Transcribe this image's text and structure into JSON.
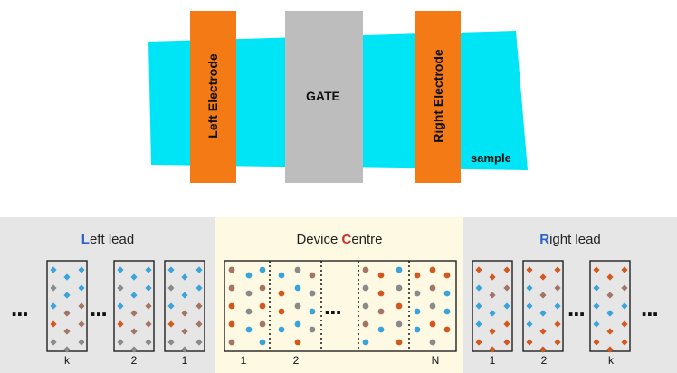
{
  "top": {
    "left_electrode": "Left Electrode",
    "gate": "GATE",
    "right_electrode": "Right Electrode",
    "sample": "sample"
  },
  "bottom": {
    "left_lead": {
      "first": "L",
      "rest": "eft lead",
      "indices": [
        "k",
        "2",
        "1"
      ]
    },
    "device": {
      "pre": "Device ",
      "first": "C",
      "rest": "entre",
      "indices": [
        "1",
        "2",
        "N"
      ]
    },
    "right_lead": {
      "first": "R",
      "rest": "ight lead",
      "indices": [
        "1",
        "2",
        "k"
      ]
    },
    "ellipsis": "..."
  },
  "colors": {
    "sample": "#00e5f5",
    "electrode": "#f47a16",
    "gate": "#bdbdbd",
    "lead_bg": "#e6e6e6",
    "device_bg": "#fdf9e2",
    "atom_blue": "#3aa4d8",
    "atom_orange": "#d2581f",
    "atom_gray": "#8a8a8a",
    "atom_brown": "#a37566"
  }
}
